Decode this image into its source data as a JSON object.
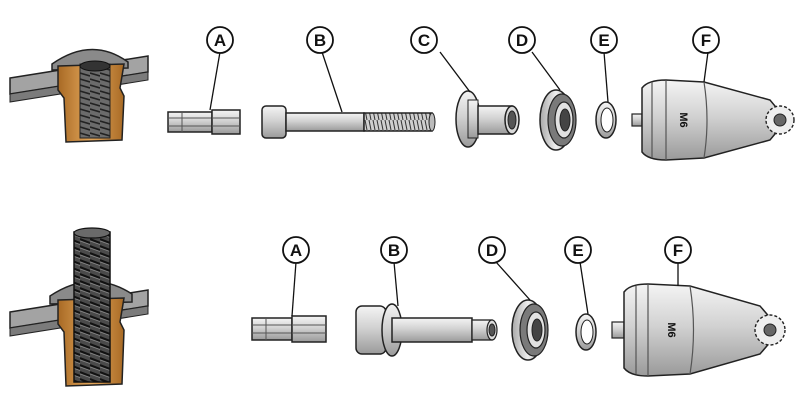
{
  "top_row": {
    "labels": [
      "A",
      "B",
      "C",
      "D",
      "E",
      "F"
    ],
    "thread_marking": "M6"
  },
  "bottom_row": {
    "labels": [
      "A",
      "B",
      "D",
      "E",
      "F"
    ],
    "thread_marking": "M6"
  },
  "colors": {
    "nut_copper": "#c98a3c",
    "metal_gray": "#bdbdbd",
    "outline": "#222222"
  }
}
